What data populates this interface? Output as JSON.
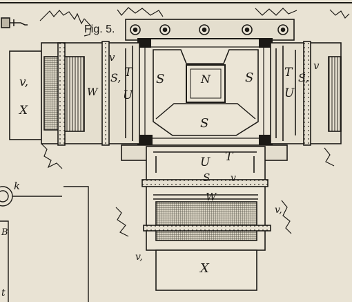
{
  "figure": {
    "title": "Fig. 5."
  },
  "labels": {
    "v1_left": "v,",
    "x_left": "X",
    "w_left": "W",
    "v_left": "v",
    "s1_left": "S,",
    "t_left": "T",
    "u_left": "U",
    "s_left": "S",
    "n_center": "N",
    "s_right": "S",
    "t_right": "T",
    "u_right": "U",
    "s1_right": "S,",
    "v_right": "v",
    "s_bottom_center": "S",
    "u_lower": "U",
    "t_lower": "T",
    "s_lower": "S",
    "v_lower": "v",
    "w_lower": "W",
    "v1_lower_right": "v,",
    "v1_lower_left": "v,",
    "x_bottom": "X",
    "k_side": "k",
    "b_side": "B",
    "t_side": "t"
  },
  "colors": {
    "paper": "#e9e3d4",
    "ink": "#1c1a16",
    "shade": "#8d8777"
  }
}
